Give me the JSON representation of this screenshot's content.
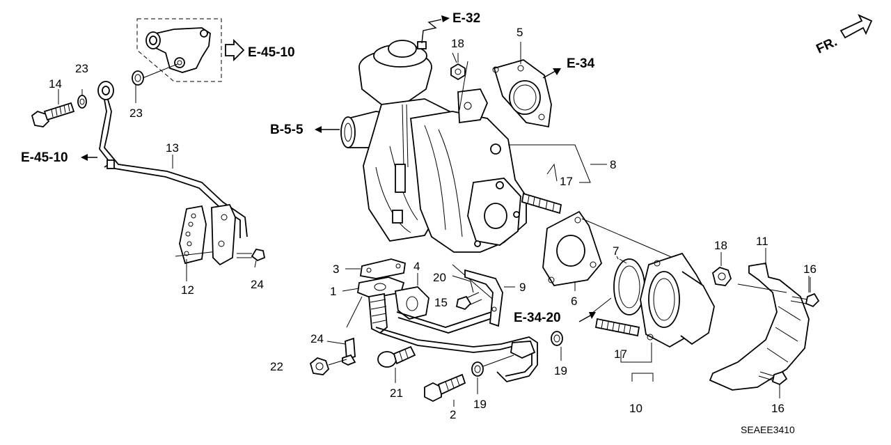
{
  "diagram": {
    "part_numbers": {
      "p1": "1",
      "p2": "2",
      "p3": "3",
      "p4": "4",
      "p5": "5",
      "p6": "6",
      "p7": "7",
      "p8": "8",
      "p9": "9",
      "p10": "10",
      "p11": "11",
      "p12": "12",
      "p13": "13",
      "p14": "14",
      "p15": "15",
      "p16a": "16",
      "p16b": "16",
      "p17a": "17",
      "p17b": "17",
      "p18a": "18",
      "p18b": "18",
      "p19a": "19",
      "p19b": "19",
      "p20": "20",
      "p21": "21",
      "p22": "22",
      "p23a": "23",
      "p23b": "23",
      "p24a": "24",
      "p24b": "24"
    },
    "references": {
      "e32": "E-32",
      "e34": "E-34",
      "e4510_top": "E-45-10",
      "e4510_left": "E-45-10",
      "b55": "B-5-5",
      "e3420": "E-34-20"
    },
    "front_label": "FR.",
    "drawing_code": "SEAEE3410"
  }
}
